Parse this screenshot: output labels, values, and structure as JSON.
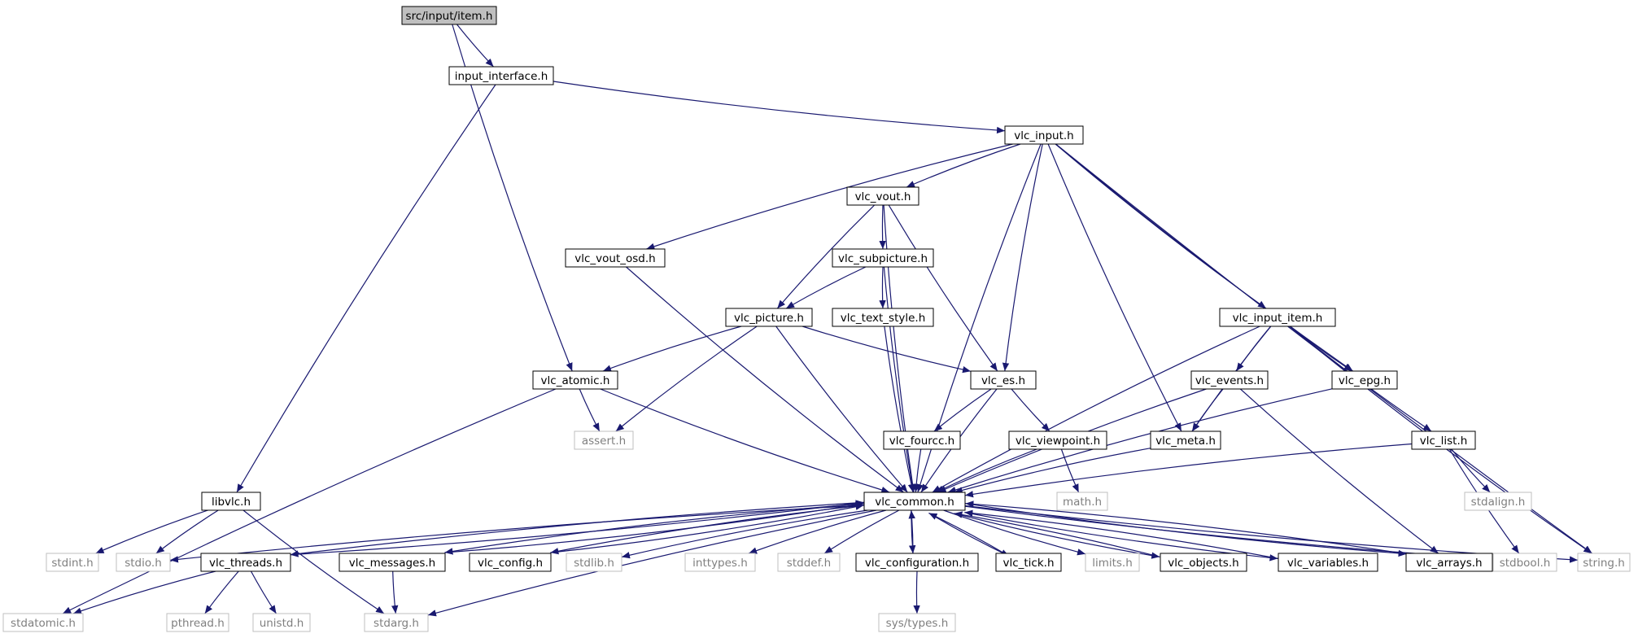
{
  "colors": {
    "edge": "#191970",
    "root_fill": "#bfbfbf",
    "node_border": "#000000",
    "external_border": "#bfbfbf",
    "external_text": "#7f7f7f",
    "text": "#000000"
  },
  "nodes": [
    {
      "id": "item_h",
      "label": "src/input/item.h",
      "kind": "root"
    },
    {
      "id": "input_interface_h",
      "label": "input_interface.h",
      "kind": "normal"
    },
    {
      "id": "vlc_input_h",
      "label": "vlc_input.h",
      "kind": "normal"
    },
    {
      "id": "vlc_vout_h",
      "label": "vlc_vout.h",
      "kind": "normal"
    },
    {
      "id": "vlc_vout_osd_h",
      "label": "vlc_vout_osd.h",
      "kind": "normal"
    },
    {
      "id": "vlc_subpicture_h",
      "label": "vlc_subpicture.h",
      "kind": "normal"
    },
    {
      "id": "vlc_picture_h",
      "label": "vlc_picture.h",
      "kind": "normal"
    },
    {
      "id": "vlc_text_style_h",
      "label": "vlc_text_style.h",
      "kind": "normal"
    },
    {
      "id": "vlc_input_item_h",
      "label": "vlc_input_item.h",
      "kind": "normal"
    },
    {
      "id": "vlc_atomic_h",
      "label": "vlc_atomic.h",
      "kind": "normal"
    },
    {
      "id": "vlc_es_h",
      "label": "vlc_es.h",
      "kind": "normal"
    },
    {
      "id": "vlc_events_h",
      "label": "vlc_events.h",
      "kind": "normal"
    },
    {
      "id": "vlc_epg_h",
      "label": "vlc_epg.h",
      "kind": "normal"
    },
    {
      "id": "assert_h",
      "label": "assert.h",
      "kind": "external"
    },
    {
      "id": "vlc_fourcc_h",
      "label": "vlc_fourcc.h",
      "kind": "normal"
    },
    {
      "id": "vlc_viewpoint_h",
      "label": "vlc_viewpoint.h",
      "kind": "normal"
    },
    {
      "id": "vlc_meta_h",
      "label": "vlc_meta.h",
      "kind": "normal"
    },
    {
      "id": "vlc_list_h",
      "label": "vlc_list.h",
      "kind": "normal"
    },
    {
      "id": "libvlc_h",
      "label": "libvlc.h",
      "kind": "normal"
    },
    {
      "id": "vlc_common_h",
      "label": "vlc_common.h",
      "kind": "normal"
    },
    {
      "id": "math_h",
      "label": "math.h",
      "kind": "external"
    },
    {
      "id": "stdalign_h",
      "label": "stdalign.h",
      "kind": "external"
    },
    {
      "id": "stdint_h",
      "label": "stdint.h",
      "kind": "external"
    },
    {
      "id": "stdio_h",
      "label": "stdio.h",
      "kind": "external"
    },
    {
      "id": "vlc_threads_h",
      "label": "vlc_threads.h",
      "kind": "normal"
    },
    {
      "id": "vlc_messages_h",
      "label": "vlc_messages.h",
      "kind": "normal"
    },
    {
      "id": "vlc_config_h",
      "label": "vlc_config.h",
      "kind": "normal"
    },
    {
      "id": "stdlib_h",
      "label": "stdlib.h",
      "kind": "external"
    },
    {
      "id": "inttypes_h",
      "label": "inttypes.h",
      "kind": "external"
    },
    {
      "id": "stddef_h",
      "label": "stddef.h",
      "kind": "external"
    },
    {
      "id": "vlc_configuration_h",
      "label": "vlc_configuration.h",
      "kind": "normal"
    },
    {
      "id": "vlc_tick_h",
      "label": "vlc_tick.h",
      "kind": "normal"
    },
    {
      "id": "limits_h",
      "label": "limits.h",
      "kind": "external"
    },
    {
      "id": "vlc_objects_h",
      "label": "vlc_objects.h",
      "kind": "normal"
    },
    {
      "id": "vlc_variables_h",
      "label": "vlc_variables.h",
      "kind": "normal"
    },
    {
      "id": "vlc_arrays_h",
      "label": "vlc_arrays.h",
      "kind": "normal"
    },
    {
      "id": "stdbool_h",
      "label": "stdbool.h",
      "kind": "external"
    },
    {
      "id": "string_h",
      "label": "string.h",
      "kind": "external"
    },
    {
      "id": "stdatomic_h",
      "label": "stdatomic.h",
      "kind": "external"
    },
    {
      "id": "pthread_h",
      "label": "pthread.h",
      "kind": "external"
    },
    {
      "id": "unistd_h",
      "label": "unistd.h",
      "kind": "external"
    },
    {
      "id": "stdarg_h",
      "label": "stdarg.h",
      "kind": "external"
    },
    {
      "id": "sys_types_h",
      "label": "sys/types.h",
      "kind": "external"
    }
  ],
  "edges": [
    [
      "item_h",
      "input_interface_h"
    ],
    [
      "item_h",
      "vlc_atomic_h"
    ],
    [
      "input_interface_h",
      "vlc_input_h"
    ],
    [
      "input_interface_h",
      "libvlc_h"
    ],
    [
      "vlc_input_h",
      "vlc_common_h"
    ],
    [
      "vlc_input_h",
      "vlc_vout_h"
    ],
    [
      "vlc_input_h",
      "vlc_vout_osd_h"
    ],
    [
      "vlc_input_h",
      "vlc_es_h"
    ],
    [
      "vlc_input_h",
      "vlc_meta_h"
    ],
    [
      "vlc_input_h",
      "vlc_input_item_h"
    ],
    [
      "vlc_input_h",
      "vlc_epg_h"
    ],
    [
      "vlc_input_h",
      "string_h"
    ],
    [
      "vlc_vout_h",
      "vlc_subpicture_h"
    ],
    [
      "vlc_vout_h",
      "vlc_picture_h"
    ],
    [
      "vlc_vout_h",
      "vlc_common_h"
    ],
    [
      "vlc_vout_h",
      "vlc_es_h"
    ],
    [
      "vlc_vout_osd_h",
      "vlc_common_h"
    ],
    [
      "vlc_subpicture_h",
      "vlc_picture_h"
    ],
    [
      "vlc_subpicture_h",
      "vlc_text_style_h"
    ],
    [
      "vlc_subpicture_h",
      "vlc_common_h"
    ],
    [
      "vlc_picture_h",
      "vlc_atomic_h"
    ],
    [
      "vlc_picture_h",
      "assert_h"
    ],
    [
      "vlc_picture_h",
      "vlc_common_h"
    ],
    [
      "vlc_picture_h",
      "vlc_es_h"
    ],
    [
      "vlc_text_style_h",
      "vlc_common_h"
    ],
    [
      "vlc_input_item_h",
      "vlc_events_h"
    ],
    [
      "vlc_input_item_h",
      "vlc_epg_h"
    ],
    [
      "vlc_input_item_h",
      "vlc_meta_h"
    ],
    [
      "vlc_input_item_h",
      "vlc_list_h"
    ],
    [
      "vlc_input_item_h",
      "vlc_common_h"
    ],
    [
      "vlc_input_item_h",
      "string_h"
    ],
    [
      "vlc_atomic_h",
      "assert_h"
    ],
    [
      "vlc_atomic_h",
      "vlc_common_h"
    ],
    [
      "vlc_atomic_h",
      "stdatomic_h"
    ],
    [
      "vlc_es_h",
      "vlc_fourcc_h"
    ],
    [
      "vlc_es_h",
      "vlc_viewpoint_h"
    ],
    [
      "vlc_es_h",
      "vlc_common_h"
    ],
    [
      "vlc_events_h",
      "vlc_meta_h"
    ],
    [
      "vlc_events_h",
      "vlc_common_h"
    ],
    [
      "vlc_events_h",
      "vlc_arrays_h"
    ],
    [
      "vlc_epg_h",
      "vlc_common_h"
    ],
    [
      "vlc_fourcc_h",
      "vlc_common_h"
    ],
    [
      "vlc_viewpoint_h",
      "vlc_common_h"
    ],
    [
      "vlc_viewpoint_h",
      "math_h"
    ],
    [
      "vlc_meta_h",
      "vlc_common_h"
    ],
    [
      "vlc_list_h",
      "vlc_common_h"
    ],
    [
      "vlc_list_h",
      "stdalign_h"
    ],
    [
      "vlc_list_h",
      "stdbool_h"
    ],
    [
      "libvlc_h",
      "stdint_h"
    ],
    [
      "libvlc_h",
      "stdio_h"
    ],
    [
      "libvlc_h",
      "stdarg_h"
    ],
    [
      "vlc_common_h",
      "stdio_h"
    ],
    [
      "vlc_common_h",
      "vlc_threads_h"
    ],
    [
      "vlc_common_h",
      "vlc_messages_h"
    ],
    [
      "vlc_common_h",
      "vlc_config_h"
    ],
    [
      "vlc_common_h",
      "stdlib_h"
    ],
    [
      "vlc_common_h",
      "stdarg_h"
    ],
    [
      "vlc_common_h",
      "inttypes_h"
    ],
    [
      "vlc_common_h",
      "stddef_h"
    ],
    [
      "vlc_common_h",
      "vlc_configuration_h"
    ],
    [
      "vlc_common_h",
      "vlc_tick_h"
    ],
    [
      "vlc_common_h",
      "limits_h"
    ],
    [
      "vlc_common_h",
      "vlc_objects_h"
    ],
    [
      "vlc_common_h",
      "vlc_variables_h"
    ],
    [
      "vlc_common_h",
      "vlc_arrays_h"
    ],
    [
      "vlc_common_h",
      "stdbool_h"
    ],
    [
      "vlc_common_h",
      "string_h"
    ],
    [
      "vlc_threads_h",
      "vlc_common_h"
    ],
    [
      "vlc_threads_h",
      "stdatomic_h"
    ],
    [
      "vlc_threads_h",
      "pthread_h"
    ],
    [
      "vlc_threads_h",
      "unistd_h"
    ],
    [
      "vlc_messages_h",
      "vlc_common_h"
    ],
    [
      "vlc_messages_h",
      "stdarg_h"
    ],
    [
      "vlc_config_h",
      "vlc_common_h"
    ],
    [
      "vlc_configuration_h",
      "vlc_common_h"
    ],
    [
      "vlc_configuration_h",
      "sys_types_h"
    ],
    [
      "vlc_tick_h",
      "vlc_common_h"
    ],
    [
      "vlc_objects_h",
      "vlc_common_h"
    ],
    [
      "vlc_variables_h",
      "vlc_common_h"
    ],
    [
      "vlc_arrays_h",
      "vlc_common_h"
    ]
  ]
}
